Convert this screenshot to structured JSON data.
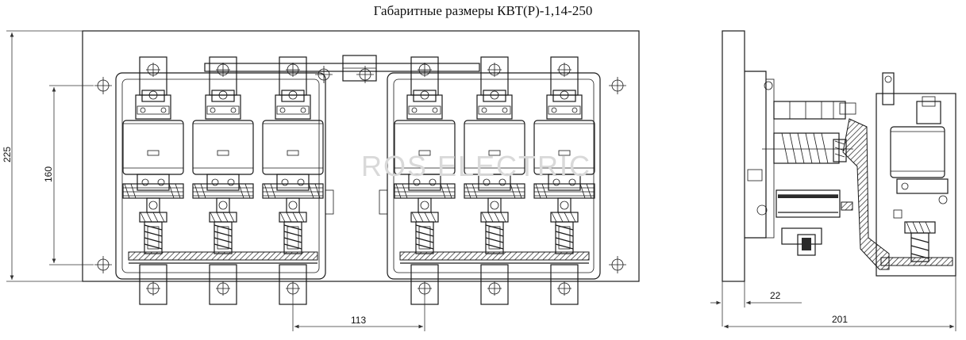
{
  "title": "Габаритные размеры КВТ(Р)-1,14-250",
  "dimensions": {
    "overall_height": "225",
    "mounting_height": "160",
    "pole_spacing": "113",
    "side_offset": "22",
    "overall_depth": "201"
  },
  "watermark": "ROS ELECTRIC"
}
